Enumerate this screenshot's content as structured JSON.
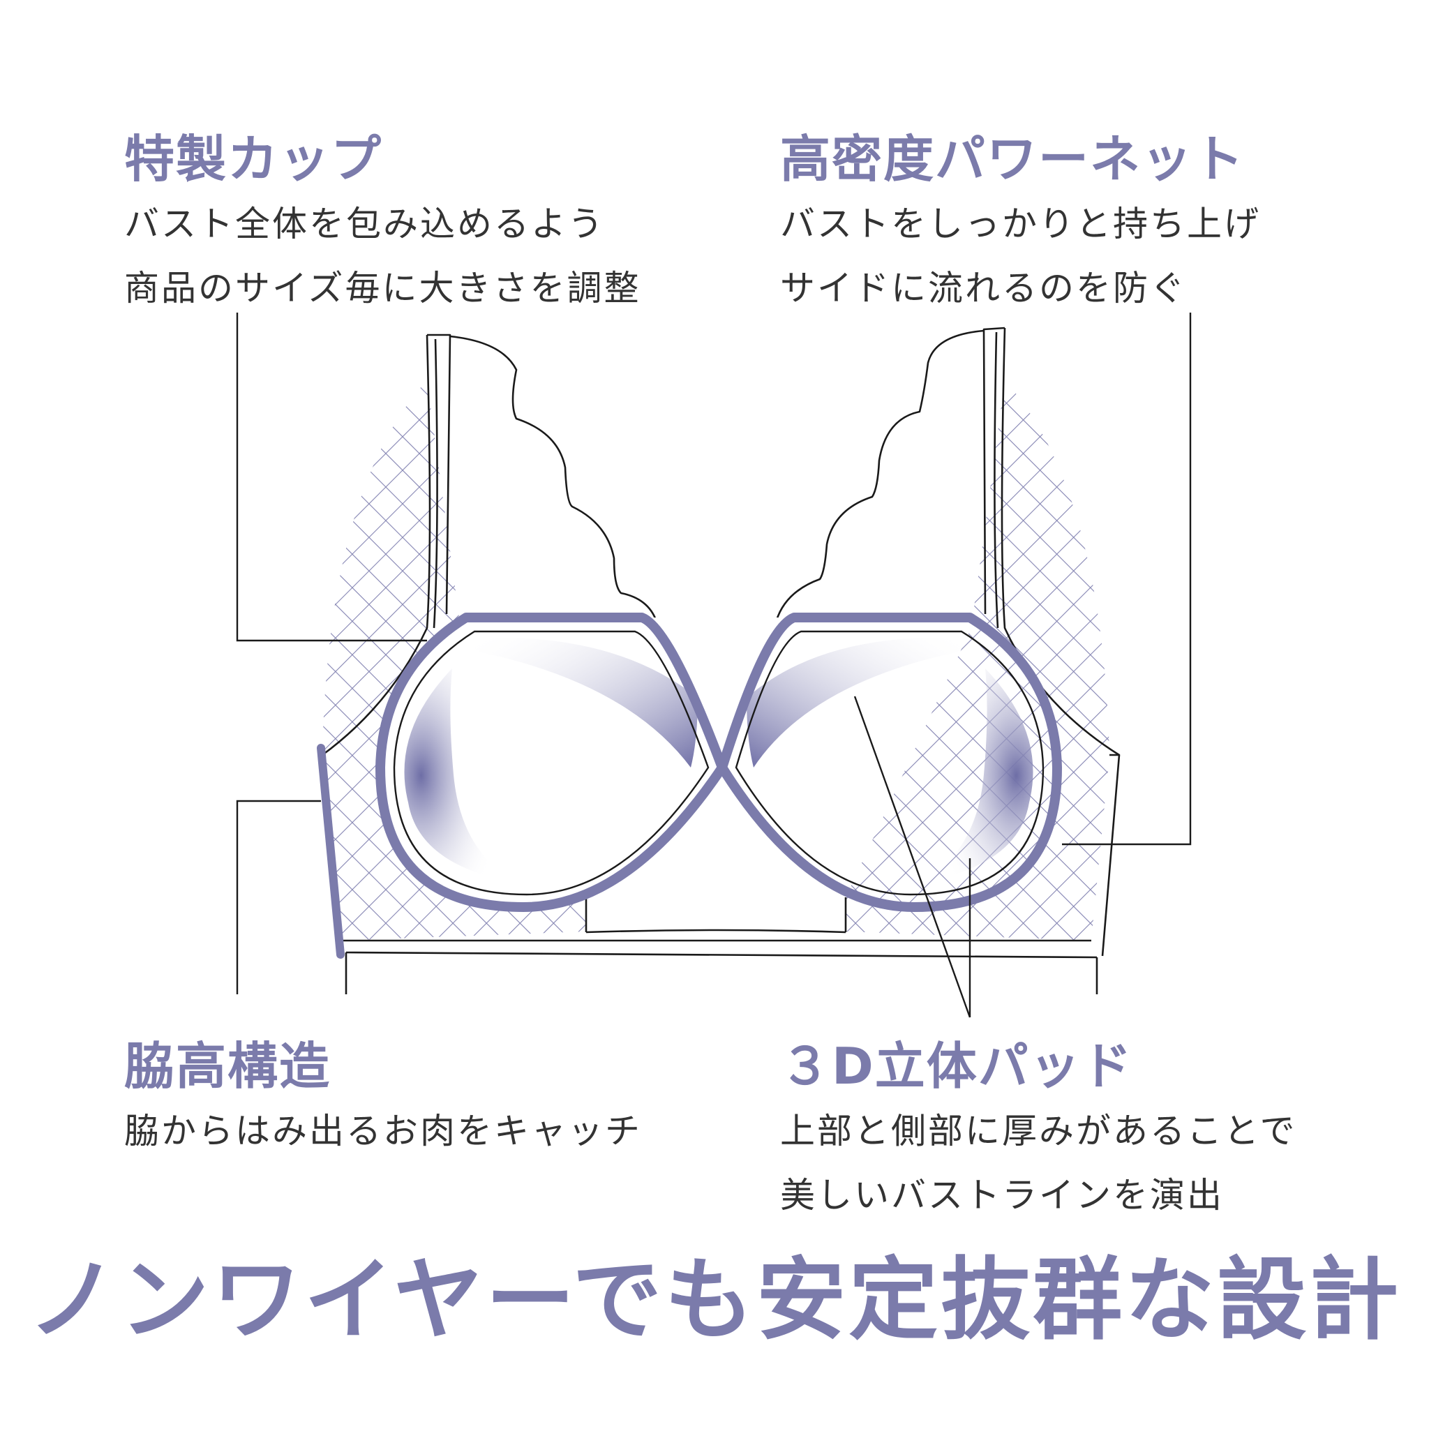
{
  "features": {
    "cup": {
      "title": "特製カップ",
      "lines": [
        "バスト全体を包み込めるよう",
        "商品のサイズ毎に大きさを調整"
      ]
    },
    "net": {
      "title": "高密度パワーネット",
      "lines": [
        "バストをしっかりと持ち上げ",
        "サイドに流れるのを防ぐ"
      ]
    },
    "side": {
      "title": "脇高構造",
      "lines": [
        "脇からはみ出るお肉をキャッチ"
      ]
    },
    "pad": {
      "title": "３D立体パッド",
      "lines": [
        "上部と側部に厚みがあることで",
        "美しいバストラインを演出"
      ]
    }
  },
  "headline": "ノンワイヤーでも安定抜群な設計",
  "colors": {
    "accent": "#7b7bab",
    "text": "#333333",
    "line": "#1a1a1a"
  }
}
